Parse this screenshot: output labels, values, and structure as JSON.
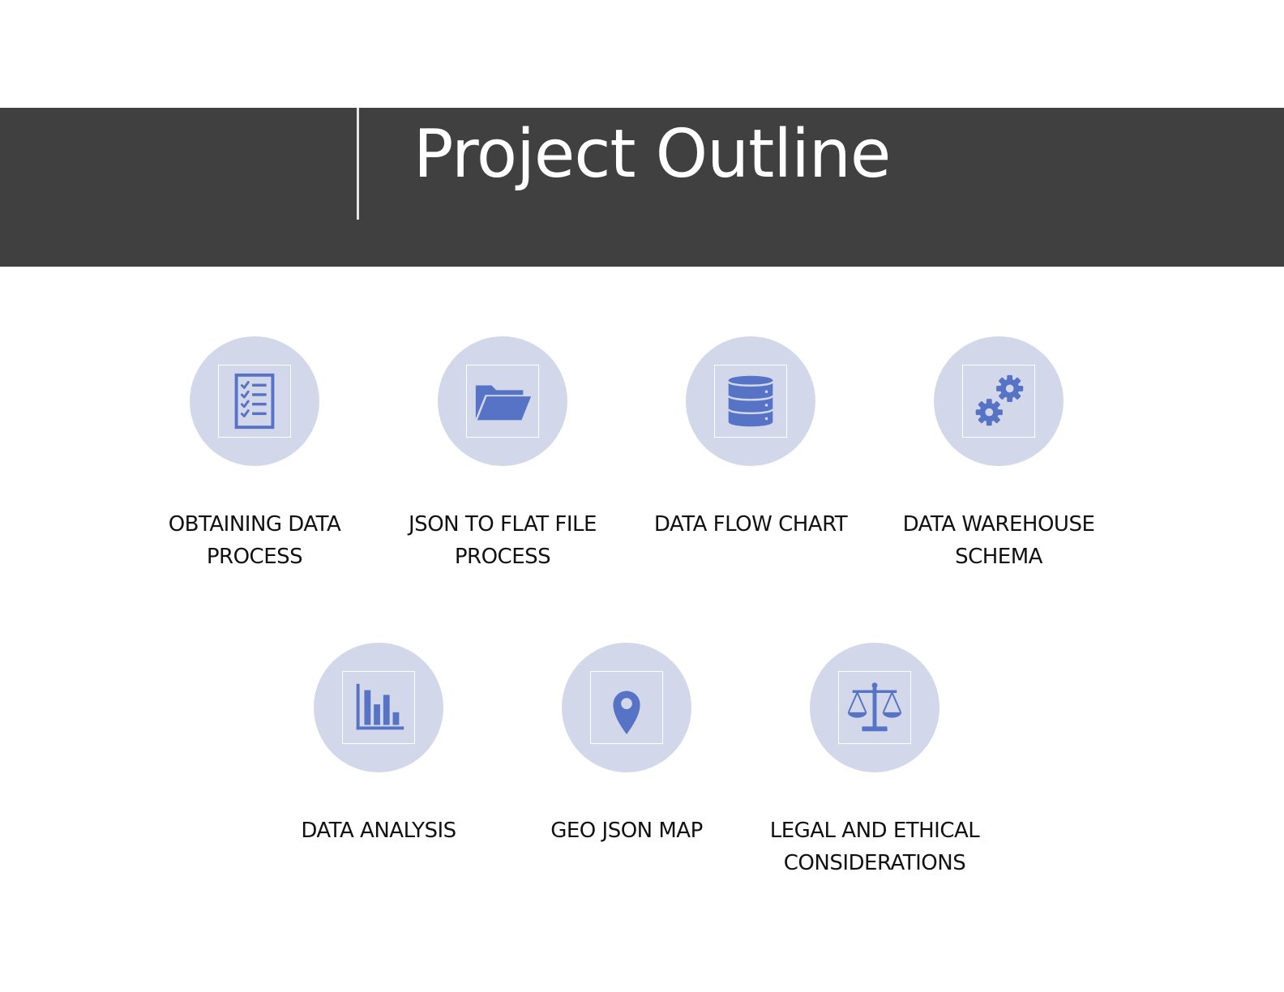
{
  "title": "Project Outline",
  "colors": {
    "banner": "#404040",
    "circle": "#d3d7ea",
    "icon": "#5673c6",
    "text": "#111111"
  },
  "items": [
    {
      "label": "OBTAINING DATA PROCESS",
      "icon": "checklist-icon"
    },
    {
      "label": "JSON TO FLAT FILE PROCESS",
      "icon": "folder-icon"
    },
    {
      "label": "DATA FLOW CHART",
      "icon": "database-icon"
    },
    {
      "label": "DATA WAREHOUSE SCHEMA",
      "icon": "gears-icon"
    },
    {
      "label": "DATA ANALYSIS",
      "icon": "bar-chart-icon"
    },
    {
      "label": "GEO JSON MAP",
      "icon": "map-pin-icon"
    },
    {
      "label": "LEGAL AND ETHICAL CONSIDERATIONS",
      "icon": "scales-icon"
    }
  ]
}
